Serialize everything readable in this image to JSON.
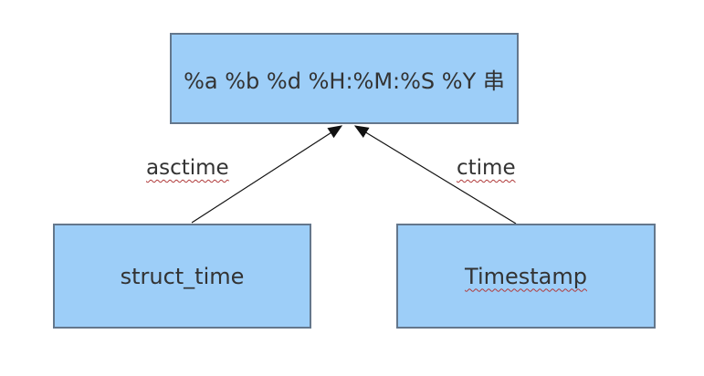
{
  "diagram": {
    "nodes": [
      {
        "label": "%a %b %d %H:%M:%S %Y 串"
      },
      {
        "label": "struct_time"
      },
      {
        "label": "Timestamp"
      }
    ],
    "edges": [
      {
        "label": "asctime",
        "from": "struct_time",
        "to": "%a %b %d %H:%M:%S %Y 串"
      },
      {
        "label": "ctime",
        "from": "Timestamp",
        "to": "%a %b %d %H:%M:%S %Y 串"
      }
    ],
    "colors": {
      "node_fill": "#9DCEF8",
      "node_border": "#64778C",
      "text": "#333333",
      "arrow": "#111111",
      "misspelling_underline": "#B03A3A",
      "background": "#FFFFFF"
    }
  }
}
